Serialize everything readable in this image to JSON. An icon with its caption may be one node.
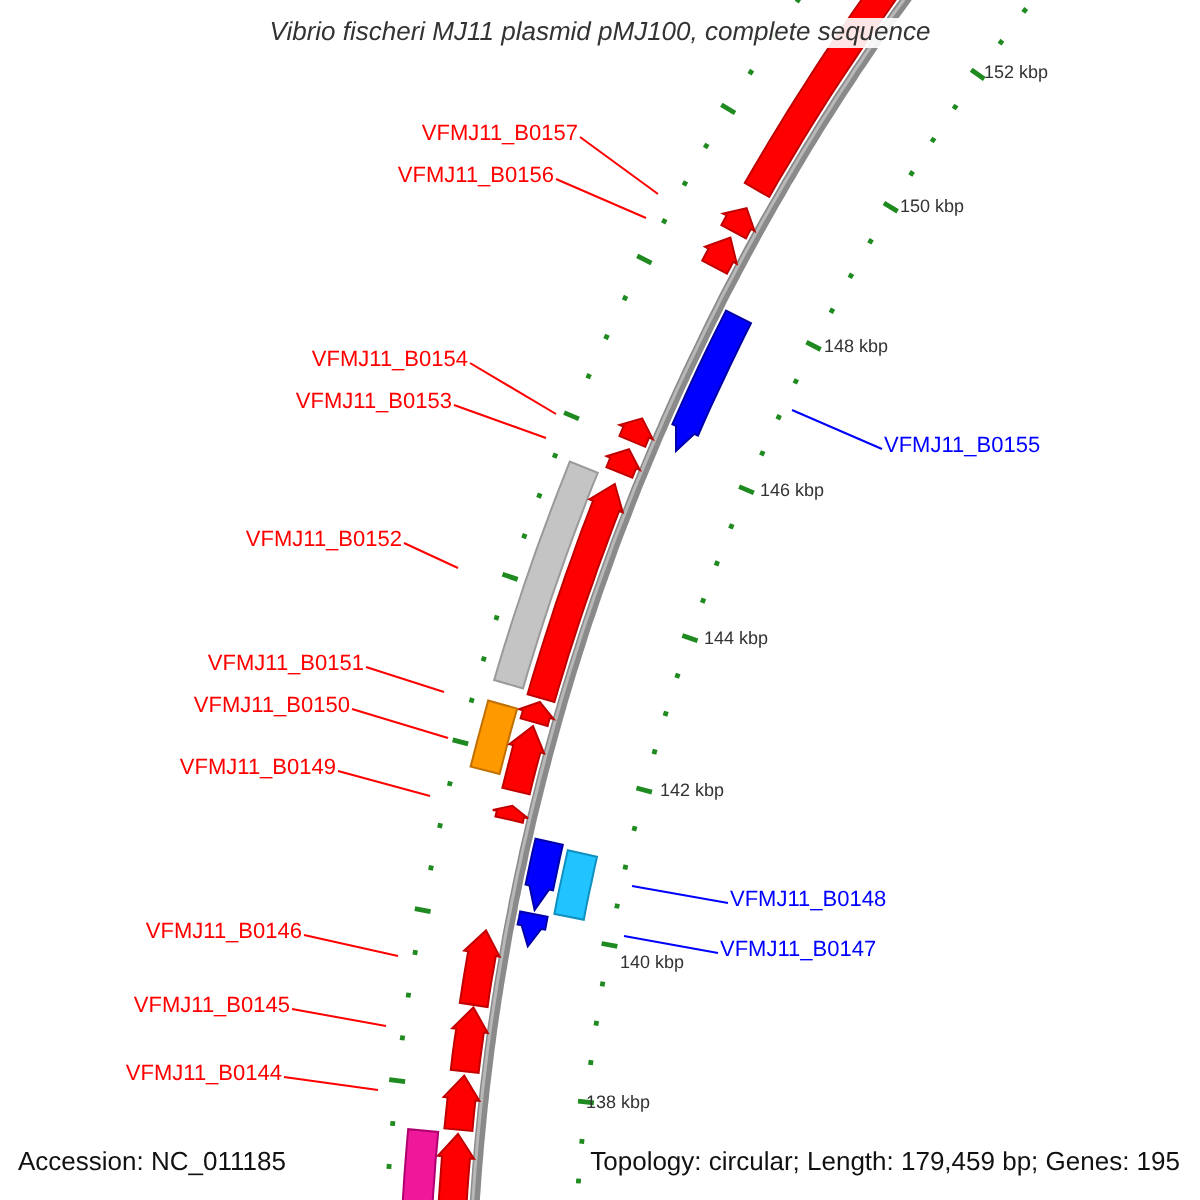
{
  "diagram": {
    "title": "Vibrio fischeri MJ11 plasmid pMJ100, complete sequence",
    "nodes": [
      {
        "text": [
          "VFMJ11_B0157"
        ]
      },
      {
        "text": [
          "VFMJ11_B0156"
        ]
      },
      {
        "text": [
          "VFMJ11_B0154"
        ]
      },
      {
        "text": [
          "VFMJ11_B0153"
        ]
      },
      {
        "text": [
          "VFMJ11_B0155"
        ]
      },
      {
        "text": [
          "VFMJ11_B0152"
        ]
      },
      {
        "text": [
          "VFMJ11_B0151"
        ]
      },
      {
        "text": [
          "VFMJ11_B0150"
        ]
      },
      {
        "text": [
          "VFMJ11_B0149"
        ]
      },
      {
        "text": [
          "VFMJ11_B0148"
        ]
      },
      {
        "text": [
          "VFMJ11_B0147"
        ]
      },
      {
        "text": [
          "VFMJ11_B0146"
        ]
      },
      {
        "text": [
          "VFMJ11_B0145"
        ]
      },
      {
        "text": [
          "VFMJ11_B0144"
        ]
      }
    ],
    "edges": [
      {
        "from": 0,
        "to": null,
        "arrow": "none"
      },
      {
        "from": 1,
        "to": null,
        "arrow": "none"
      },
      {
        "from": 2,
        "to": null,
        "arrow": "none"
      },
      {
        "from": 3,
        "to": null,
        "arrow": "none"
      },
      {
        "from": 4,
        "to": null,
        "arrow": "none",
        "color": "#0000ff"
      },
      {
        "from": 5,
        "to": null,
        "arrow": "none"
      },
      {
        "from": 6,
        "to": null,
        "arrow": "none"
      },
      {
        "from": 7,
        "to": null,
        "arrow": "none"
      },
      {
        "from": 8,
        "to": null,
        "arrow": "none"
      },
      {
        "from": 9,
        "to": null,
        "arrow": "none",
        "color": "#0000ff"
      },
      {
        "from": 10,
        "to": null,
        "arrow": "none",
        "color": "#0000ff"
      },
      {
        "from": 11,
        "to": null,
        "arrow": "none"
      },
      {
        "from": 12,
        "to": null,
        "arrow": "none"
      },
      {
        "from": 13,
        "to": null,
        "arrow": "none"
      }
    ],
    "labels": [
      "152 kbp",
      "150 kbp",
      "148 kbp",
      "146 kbp",
      "144 kbp",
      "142 kbp",
      "140 kbp",
      "138 kbp",
      "Accession: NC_011185",
      "Topology: circular; Length: 179,459 bp; Genes: 195"
    ]
  }
}
